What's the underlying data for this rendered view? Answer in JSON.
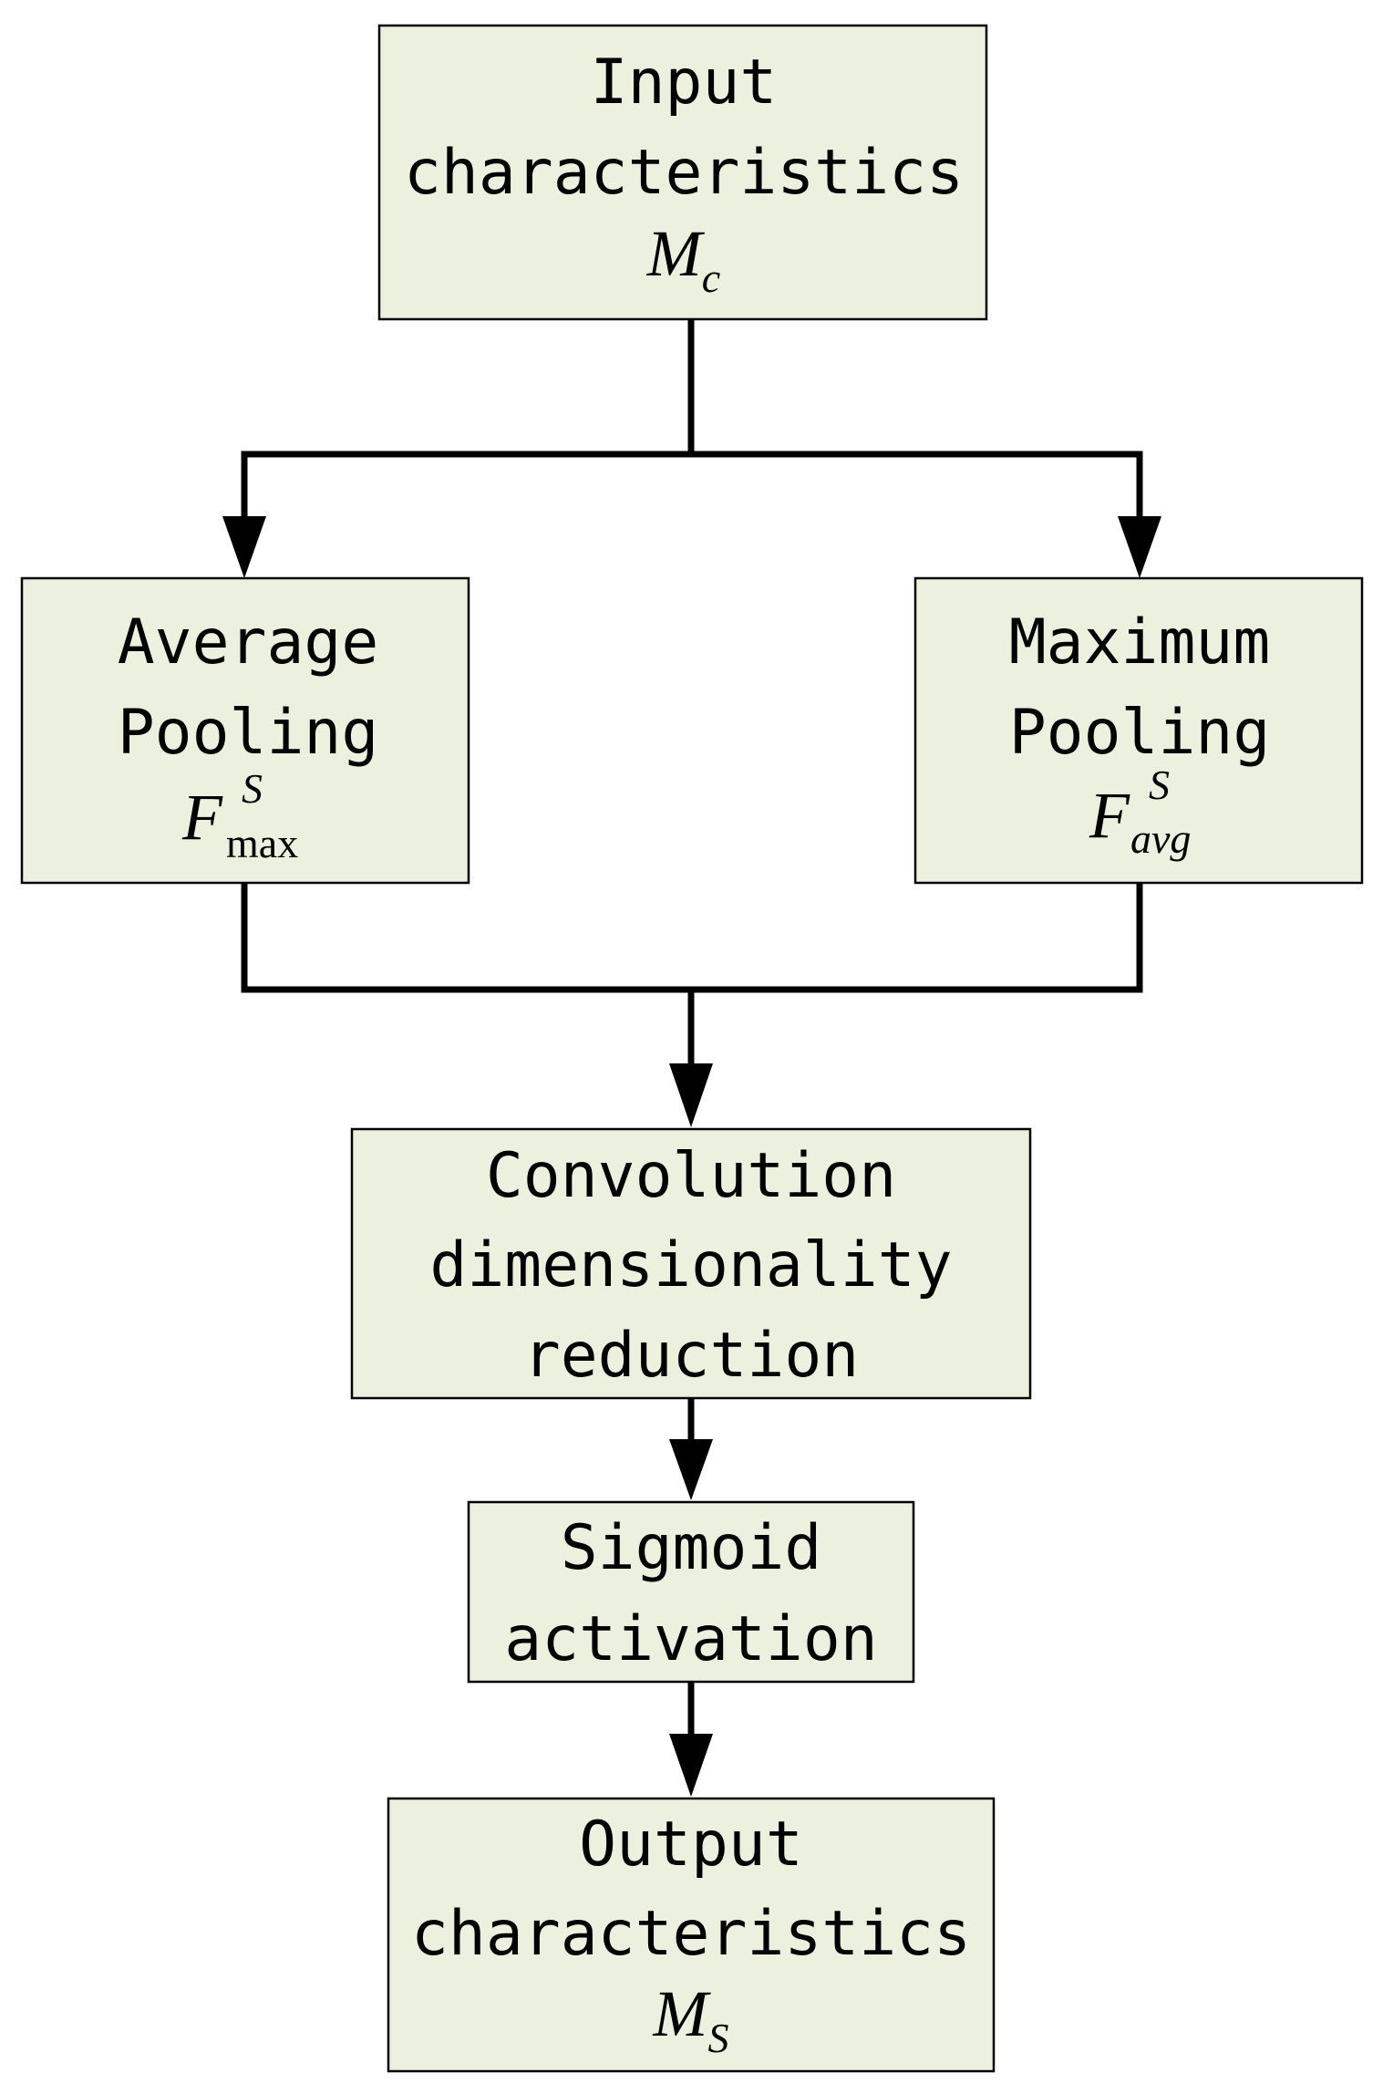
{
  "nodes": {
    "input": {
      "lines": [
        "Input",
        "characteristics"
      ],
      "symbol": {
        "main": "M",
        "sub": "c"
      }
    },
    "average_pooling": {
      "lines": [
        "Average",
        "Pooling"
      ],
      "symbol": {
        "main": "F",
        "sup": "S",
        "sub": "max"
      }
    },
    "maximum_pooling": {
      "lines": [
        "Maximum",
        "Pooling"
      ],
      "symbol": {
        "main": "F",
        "sup": "S",
        "sub": "avg"
      }
    },
    "convolution": {
      "lines": [
        "Convolution",
        "dimensionality",
        "reduction"
      ]
    },
    "sigmoid": {
      "lines": [
        "Sigmoid",
        "activation"
      ]
    },
    "output": {
      "lines": [
        "Output",
        "characteristics"
      ],
      "symbol": {
        "main": "M",
        "sub": "S"
      }
    }
  },
  "colors": {
    "box_fill": "#ebf1de",
    "stroke": "#000000"
  }
}
